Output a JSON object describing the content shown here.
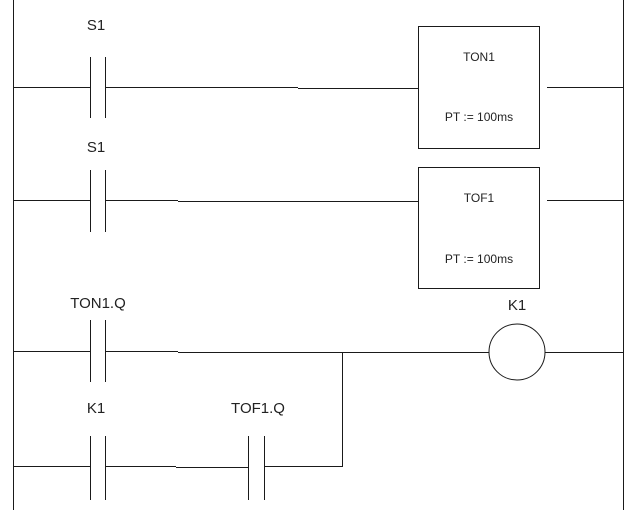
{
  "rungs": [
    {
      "contact_label": "S1",
      "block_name": "TON1",
      "block_param": "PT := 100ms"
    },
    {
      "contact_label": "S1",
      "block_name": "TOF1",
      "block_param": "PT := 100ms"
    },
    {
      "contact_label": "TON1.Q",
      "branch_contact_label": "K1",
      "series_contact_label": "TOF1.Q",
      "coil_label": "K1"
    }
  ]
}
